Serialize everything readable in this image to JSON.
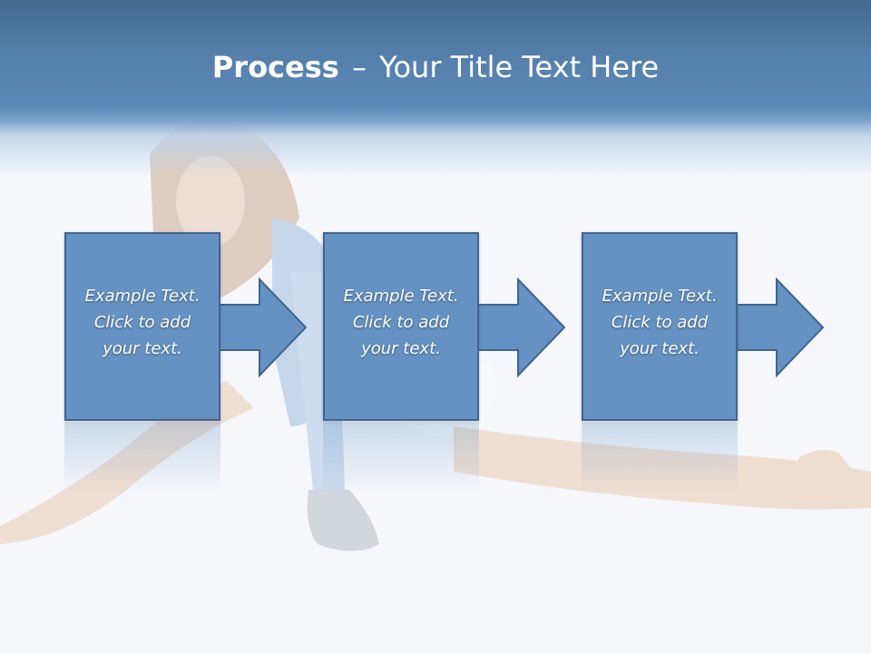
{
  "slide": {
    "title_bold": "Process",
    "title_separator": "–",
    "title_rest": "Your Title Text Here",
    "background_image": "stretching-woman-photo",
    "accent_color": "#5d89b8",
    "box_color": "#6592c2",
    "box_border_color": "#3f6591"
  },
  "steps": [
    {
      "line1": "Example Text.",
      "line2": "Click  to add",
      "line3": "your text."
    },
    {
      "line1": "Example Text.",
      "line2": "Click  to add",
      "line3": "your text."
    },
    {
      "line1": "Example Text.",
      "line2": "Click  to add",
      "line3": "your text."
    }
  ]
}
